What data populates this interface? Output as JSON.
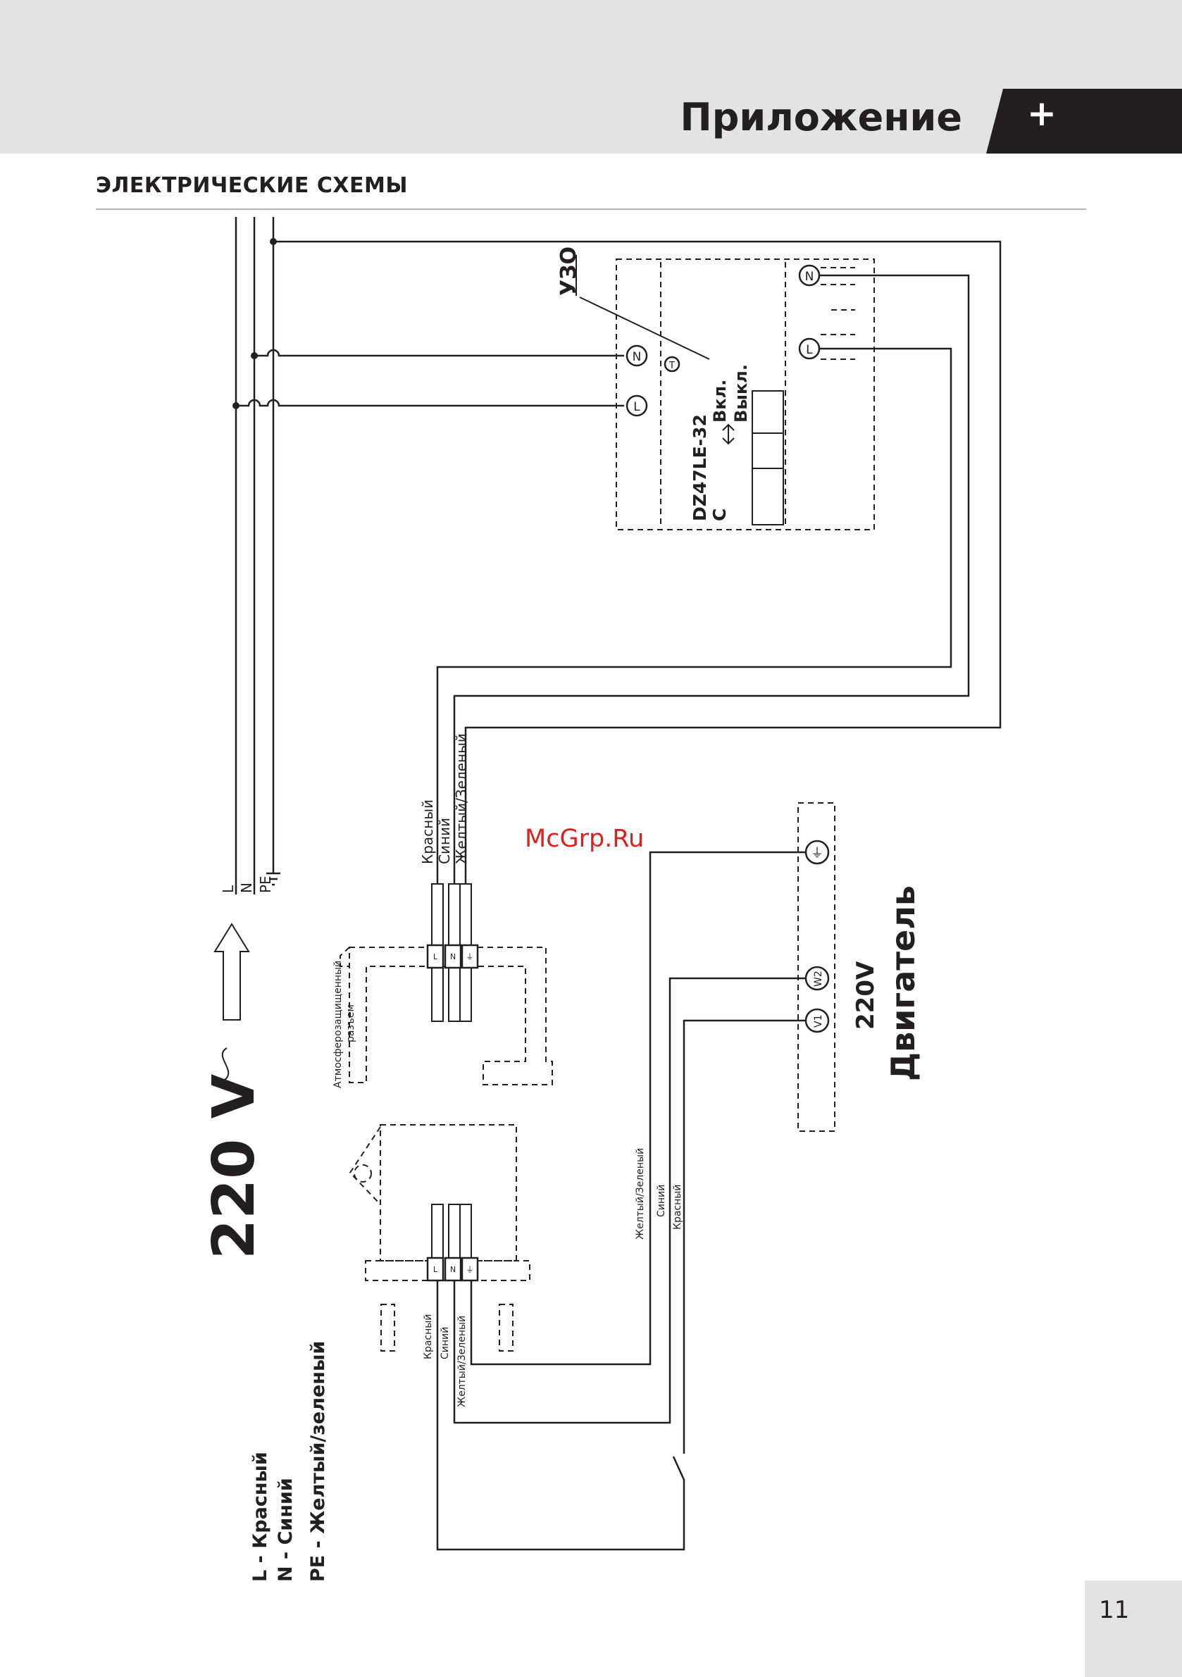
{
  "header": {
    "title": "Приложение",
    "tab_symbol": "+"
  },
  "section": {
    "title": "ЭЛЕКТРИЧЕСКИЕ СХЕМЫ"
  },
  "diagram": {
    "supply_voltage": "220 V",
    "supply_symbol": "~",
    "bus_labels": [
      "L",
      "N",
      "PE"
    ],
    "rcd": {
      "label": "УЗО",
      "model": "DZ47LE-32",
      "type": "C",
      "on_label": "Вкл.",
      "off_label": "Выкл.",
      "test_symbol": "T",
      "terminal_l": "L",
      "terminal_n": "N"
    },
    "cable_top": [
      "Красный",
      "Синий",
      "Желтый/Зеленый"
    ],
    "connector": {
      "line1": "Атмосферозащищенный",
      "line2": "разъем"
    },
    "terminal_tags": [
      "L",
      "N",
      "⏚"
    ],
    "cable_bottom": [
      "Красный",
      "Синий",
      "Желтый/Зеленый"
    ],
    "motor_cable": [
      "Желтый/Зеленый",
      "Синий",
      "Красный"
    ],
    "motor": {
      "voltage": "220V",
      "label": "Двигатель",
      "terminals": [
        "V1",
        "W2"
      ],
      "ground_symbol": "⏚"
    },
    "legend": [
      "L - Красный",
      "N - Синий",
      "PE - Желтый/зеленый"
    ]
  },
  "watermark": "McGrp.Ru",
  "footer": {
    "page_number": "11"
  },
  "colors": {
    "ink": "#231f20",
    "band": "#e3e3e3",
    "watermark": "#e0201b"
  }
}
